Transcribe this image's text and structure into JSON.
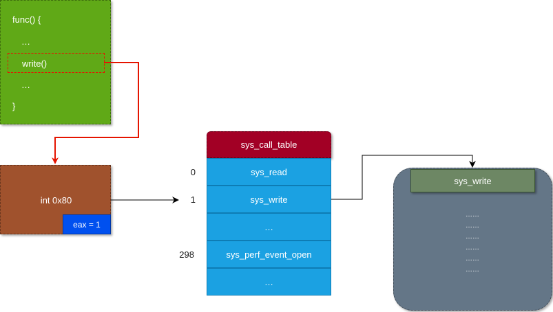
{
  "func_box": {
    "lines": [
      "func() {",
      "…",
      "write()",
      "…",
      "}"
    ],
    "fill": "#60a917",
    "highlight_border": "#e51400"
  },
  "int_box": {
    "label": "int 0x80",
    "fill": "#a0522d",
    "eax": {
      "label": "eax = 1",
      "fill": "#0050ef"
    }
  },
  "sys_call_table": {
    "title": "sys_call_table",
    "title_fill": "#a20025",
    "cell_fill": "#1ba1e2",
    "rows": [
      {
        "index": "0",
        "label": "sys_read"
      },
      {
        "index": "1",
        "label": "sys_write"
      },
      {
        "index": "",
        "label": "…"
      },
      {
        "index": "298",
        "label": "sys_perf_event_open"
      },
      {
        "index": "",
        "label": "…"
      }
    ]
  },
  "sys_write_detail": {
    "title": "sys_write",
    "title_fill": "#6d8764",
    "body_fill": "#647687",
    "dots": [
      "……",
      "……",
      "……",
      "……",
      "……",
      "……"
    ]
  },
  "connector_colors": {
    "red": "#e51400",
    "black": "#000000"
  }
}
